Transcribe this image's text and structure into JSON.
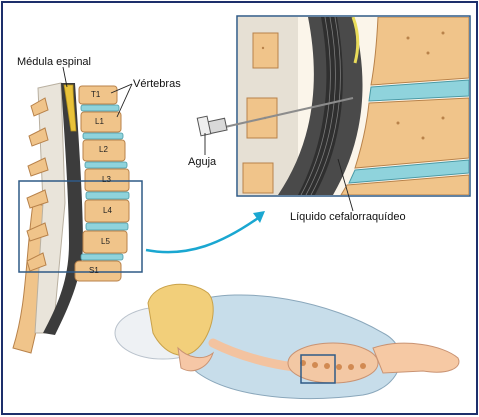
{
  "labels": {
    "medula": "Médula espinal",
    "vertebras": "Vértebras",
    "aguja": "Aguja",
    "liquido": "Líquido cefalorraquídeo"
  },
  "vertebrae": [
    "T1",
    "L1",
    "L2",
    "L3",
    "L4",
    "L5",
    "S1"
  ],
  "colors": {
    "frame": "#1d2f6b",
    "bone": "#f0c48a",
    "disc": "#8fd3dc",
    "cord": "#3c3c3c",
    "spinal_fluid": "#e9dc5a",
    "box": "#2f5a86",
    "arrow": "#1aa7d1",
    "sheet": "#c7ddea"
  }
}
